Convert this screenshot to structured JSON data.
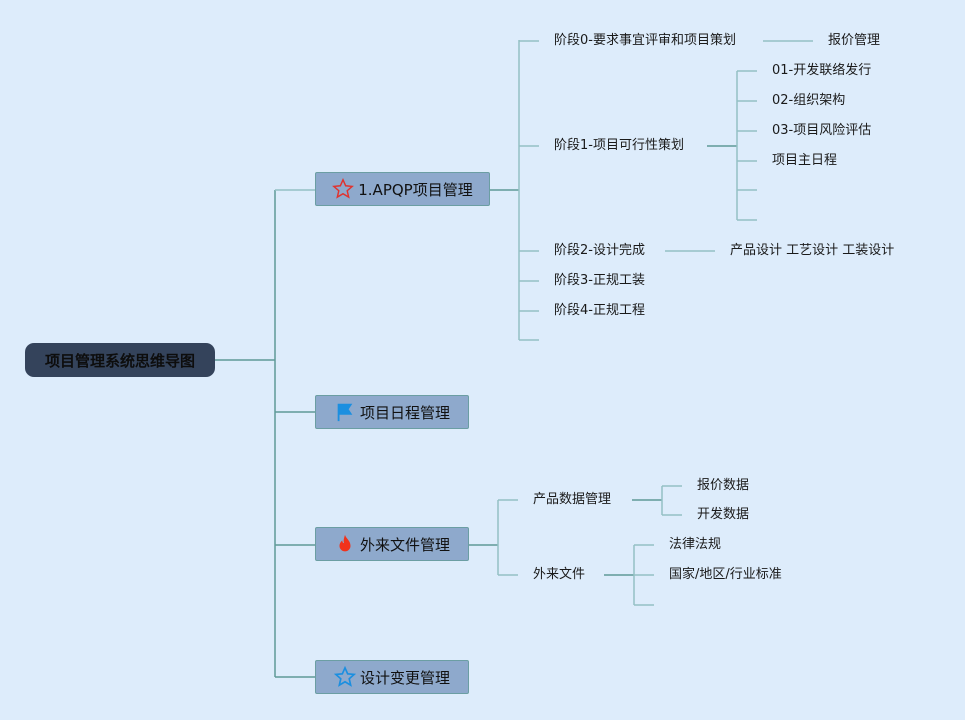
{
  "root": {
    "label": "项目管理系统思维导图"
  },
  "branches": [
    {
      "label": "1.APQP项目管理",
      "icon": "star-outline-red-icon",
      "children": [
        {
          "label": "阶段0-要求事宜评审和项目策划",
          "children": [
            "报价管理"
          ]
        },
        {
          "label": "阶段1-项目可行性策划",
          "children": [
            "01-开发联络发行",
            "02-组织架构",
            "03-项目风险评估",
            "项目主日程",
            "",
            ""
          ]
        },
        {
          "label": "阶段2-设计完成",
          "children": [
            "产品设计 工艺设计 工装设计"
          ]
        },
        {
          "label": "阶段3-正规工装"
        },
        {
          "label": "阶段4-正规工程"
        },
        {
          "label": ""
        }
      ]
    },
    {
      "label": "项目日程管理",
      "icon": "flag-icon"
    },
    {
      "label": "外来文件管理",
      "icon": "fire-icon",
      "children": [
        {
          "label": "产品数据管理",
          "children": [
            "报价数据",
            "开发数据"
          ]
        },
        {
          "label": "外来文件",
          "children": [
            "法律法规",
            "国家/地区/行业标准",
            ""
          ]
        }
      ]
    },
    {
      "label": "设计变更管理",
      "icon": "star-outline-blue-icon"
    }
  ],
  "colors": {
    "background": "#ddecfb",
    "root": "#34435b",
    "topic": "#8ea9cc",
    "line": "#5f9a98",
    "line_light": "#94c0c4"
  }
}
